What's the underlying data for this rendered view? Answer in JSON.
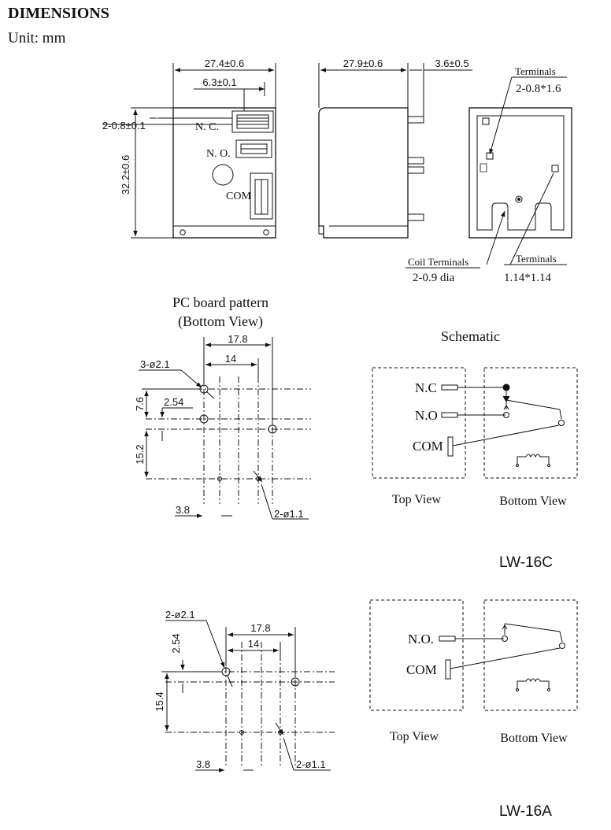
{
  "header": {
    "title": "DIMENSIONS",
    "unit": "Unit: mm"
  },
  "front_view": {
    "width_dim": "27.4±0.6",
    "term_dim": "6.3±0.1",
    "pin_dim": "2-0.8±0.1",
    "height_dim": "32.2±0.6",
    "nc_label": "N. C.",
    "no_label": "N. O.",
    "com_label": "COM"
  },
  "side_view": {
    "depth_dim": "27.9±0.6",
    "pin_len_dim": "3.6±0.5"
  },
  "bottom_view": {
    "terminals_label_1": "Terminals",
    "terminals_size_1": "2-0.8*1.6",
    "coil_terminals_label": "Coil Terminals",
    "coil_terminals_size": "2-0.9 dia",
    "terminals_label_2": "Terminals",
    "terminals_size_2": "1.14*1.14"
  },
  "pcb_caption": {
    "line1": "PC board pattern",
    "line2": "(Bottom View)"
  },
  "schematic_caption": "Schematic",
  "pcb_c": {
    "d178": "17.8",
    "d14": "14",
    "holes": "3-ø2.1",
    "d76": "7.6",
    "d254": "2.54",
    "d152": "15.2",
    "d38": "3.8",
    "coil_holes": "2-ø1.1"
  },
  "pcb_a": {
    "holes": "2-ø2.1",
    "d178": "17.8",
    "d14": "14",
    "d254": "2.54",
    "d154": "15.4",
    "d38": "3.8",
    "coil_holes": "2-ø1.1"
  },
  "schem_c": {
    "nc": "N.C",
    "no": "N.O",
    "com": "COM",
    "top_view": "Top View",
    "bottom_view": "Bottom View"
  },
  "schem_a": {
    "no": "N.O.",
    "com": "COM",
    "top_view": "Top View",
    "bottom_view": "Bottom View"
  },
  "models": {
    "c": "LW-16C",
    "a": "LW-16A"
  }
}
